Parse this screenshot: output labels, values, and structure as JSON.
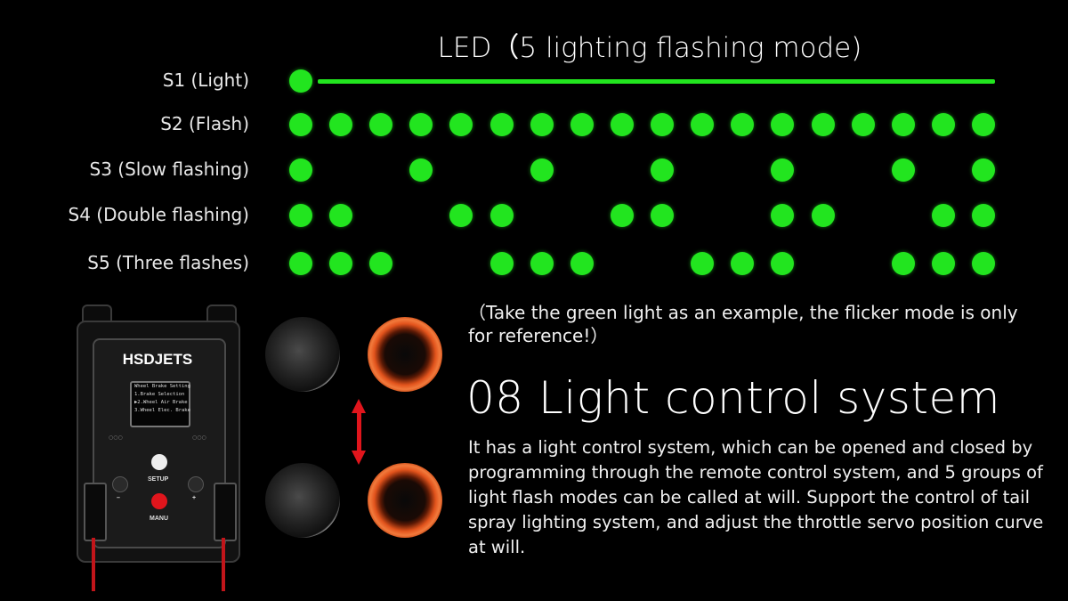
{
  "title": "LED（5 lighting flashing mode)",
  "modes": [
    {
      "label": "S1 (Light)",
      "pattern": "solid"
    },
    {
      "label": "S2 (Flash)",
      "pattern": [
        1,
        1,
        1,
        1,
        1,
        1,
        1,
        1,
        1,
        1,
        1,
        1,
        1,
        1,
        1,
        1,
        1,
        1
      ]
    },
    {
      "label": "S3 (Slow flashing)",
      "pattern": [
        1,
        0,
        0,
        1,
        0,
        0,
        1,
        0,
        0,
        1,
        0,
        0,
        1,
        0,
        0,
        1,
        0,
        1
      ]
    },
    {
      "label": "S4 (Double flashing)",
      "pattern": [
        1,
        1,
        0,
        0,
        1,
        1,
        0,
        0,
        1,
        1,
        0,
        0,
        1,
        1,
        0,
        0,
        1,
        1
      ]
    },
    {
      "label": "S5 (Three flashes)",
      "pattern": [
        1,
        1,
        1,
        0,
        0,
        1,
        1,
        1,
        0,
        0,
        1,
        1,
        1,
        0,
        0,
        1,
        1,
        1
      ]
    }
  ],
  "led_color": "#22e51f",
  "note": "（Take the green light as an example, the flicker mode is only for reference!）",
  "heading": "08 Light control system",
  "description": "It has a light control system, which can be opened and closed by programming through the remote control system, and 5 groups of light flash modes can be called at will. Support the control of tail spray lighting system, and adjust the throttle servo position curve at will.",
  "device": {
    "brand": "HSDJETS",
    "screen_lines": [
      "Wheel Brake Setting",
      "1.Brake Selection",
      "▶2.Wheel Air Brake",
      "3.Wheel Elec. Brake"
    ],
    "setup_label": "SETUP",
    "manu_label": "MANU",
    "minus_label": "–",
    "plus_label": "+"
  }
}
